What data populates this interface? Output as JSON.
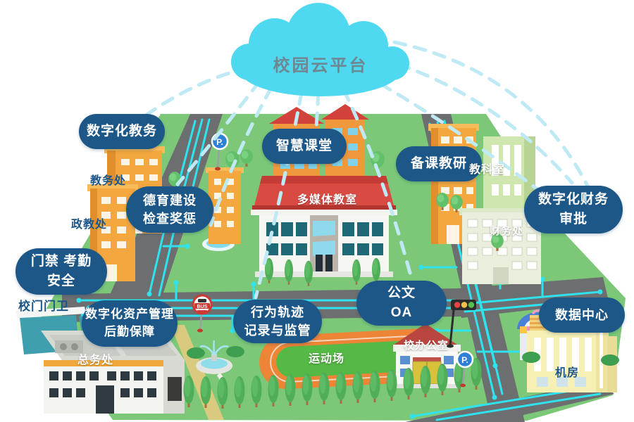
{
  "cloud": {
    "label": "校园云平台"
  },
  "bubbles": {
    "digital_academic": {
      "line1": "数字化教务"
    },
    "moral_education": {
      "line1": "德育建设",
      "line2": "检查奖惩"
    },
    "access_control": {
      "line1": "门禁 考勤",
      "line2": "安全"
    },
    "asset_management": {
      "line1": "数字化资产管理",
      "line2": "后勤保障"
    },
    "smart_classroom": {
      "line1": "智慧课堂"
    },
    "behavior_tracking": {
      "line1": "行为轨迹",
      "line2": "记录与监管"
    },
    "official_docs": {
      "line1": "公文",
      "line2": "OA"
    },
    "lesson_preparation": {
      "line1": "备课教研"
    },
    "digital_finance": {
      "line1": "数字化财务",
      "line2": "审批"
    },
    "data_center": {
      "line1": "数据中心"
    }
  },
  "locations": {
    "academic_affairs_office": "教务处",
    "political_education_office": "政教处",
    "school_gate_guard": "校门门卫",
    "general_affairs_office": "总务处",
    "multimedia_classroom": "多媒体教室",
    "sports_field": "运动场",
    "school_office": "校办公室",
    "teaching_research_office": "教科室",
    "finance_office": "财务处",
    "server_room": "机房"
  },
  "signs": {
    "parking": "P.",
    "bus": "BUS"
  },
  "colors": {
    "bubble": "#1d5787",
    "label_dark": "#1b568a",
    "cloud": "#4fd9f1",
    "cloud_text": "#6d8893",
    "ground": "#7cc878",
    "road": "#6d6e70",
    "circuit": "#2ee3ee",
    "dash": "#bfe9f5",
    "track": "#ee8436",
    "track_infield": "#55b945"
  }
}
